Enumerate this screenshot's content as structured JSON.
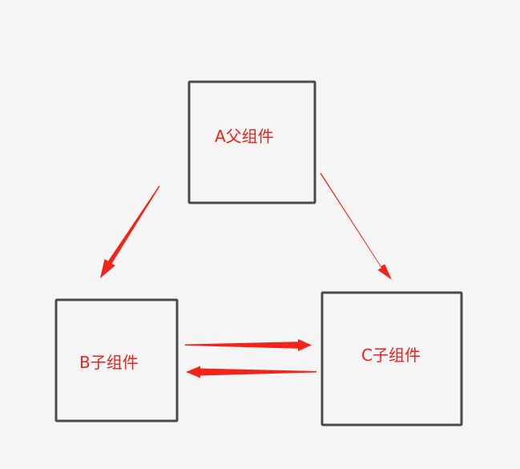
{
  "colors": {
    "background": "#f5f5f5",
    "box_stroke": "#4a4a4a",
    "label": "#e8241d",
    "arrow": "#f0241b"
  },
  "nodes": {
    "a": {
      "label": "A父组件"
    },
    "b": {
      "label": "B子组件"
    },
    "c": {
      "label": "C子组件"
    }
  },
  "edges": [
    {
      "from": "a",
      "to": "b"
    },
    {
      "from": "a",
      "to": "c"
    },
    {
      "from": "b",
      "to": "c"
    },
    {
      "from": "c",
      "to": "b"
    }
  ]
}
